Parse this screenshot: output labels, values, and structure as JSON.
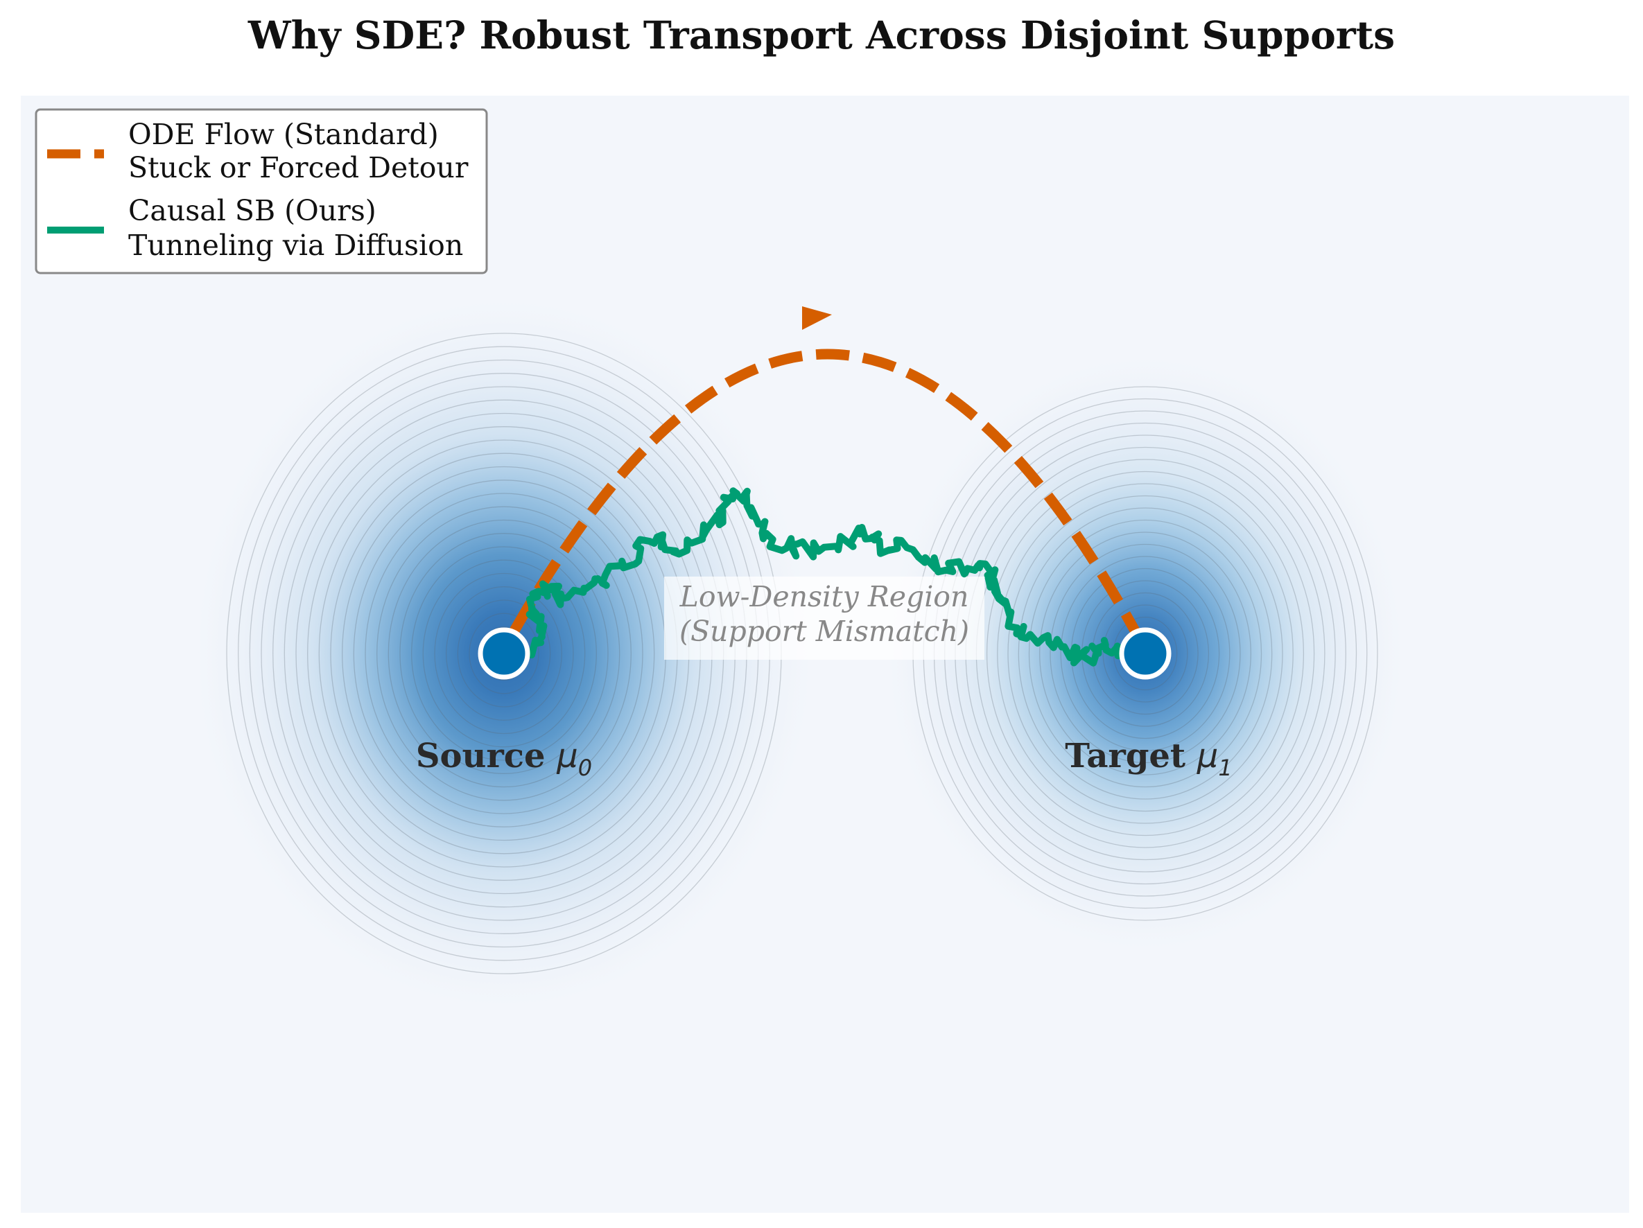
{
  "title": "Why SDE? Robust Transport Across Disjoint Supports",
  "legend": {
    "ode_line1": "ODE Flow (Standard)",
    "ode_line2": "Stuck or Forced Detour",
    "sde_line1": "Causal SB (Ours)",
    "sde_line2": "Tunneling via Diffusion"
  },
  "source": {
    "label": "Source ",
    "symbol": "μ",
    "subscript": "0"
  },
  "target": {
    "label": "Target ",
    "symbol": "μ",
    "subscript": "1"
  },
  "region": {
    "line1": "Low-Density Region",
    "line2": "(Support Mismatch)"
  },
  "colors": {
    "background": "#f3f6fb",
    "ode": "#d55e00",
    "sde": "#009e73",
    "endpoint": "#0072b2",
    "density_core": "#2f6fb3"
  }
}
